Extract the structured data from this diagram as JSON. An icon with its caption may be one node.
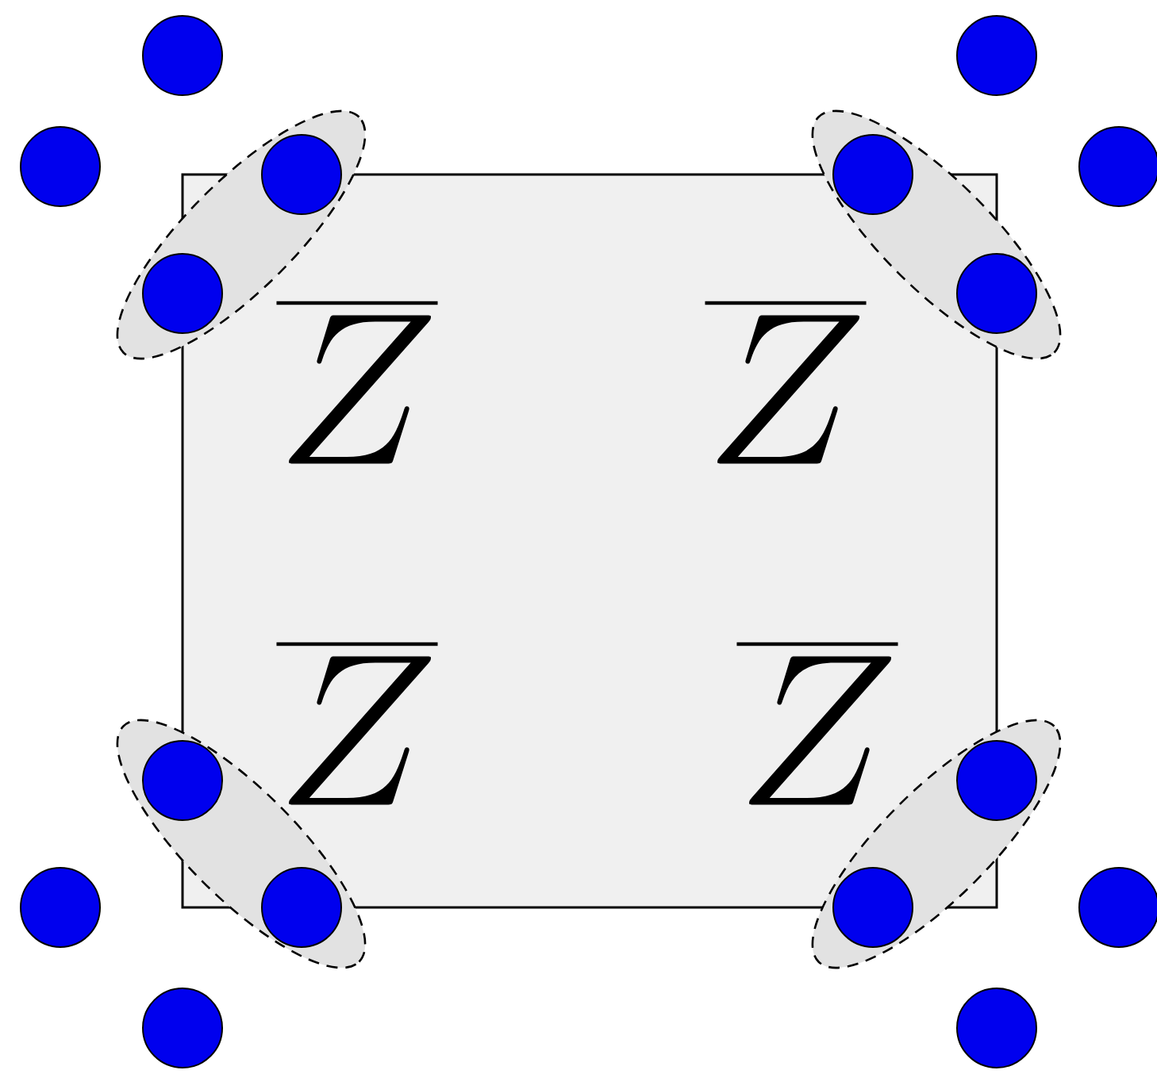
{
  "diagram": {
    "labels": [
      "\\overline{Z}",
      "\\overline{Z}",
      "\\overline{Z}",
      "\\overline{Z}"
    ]
  }
}
